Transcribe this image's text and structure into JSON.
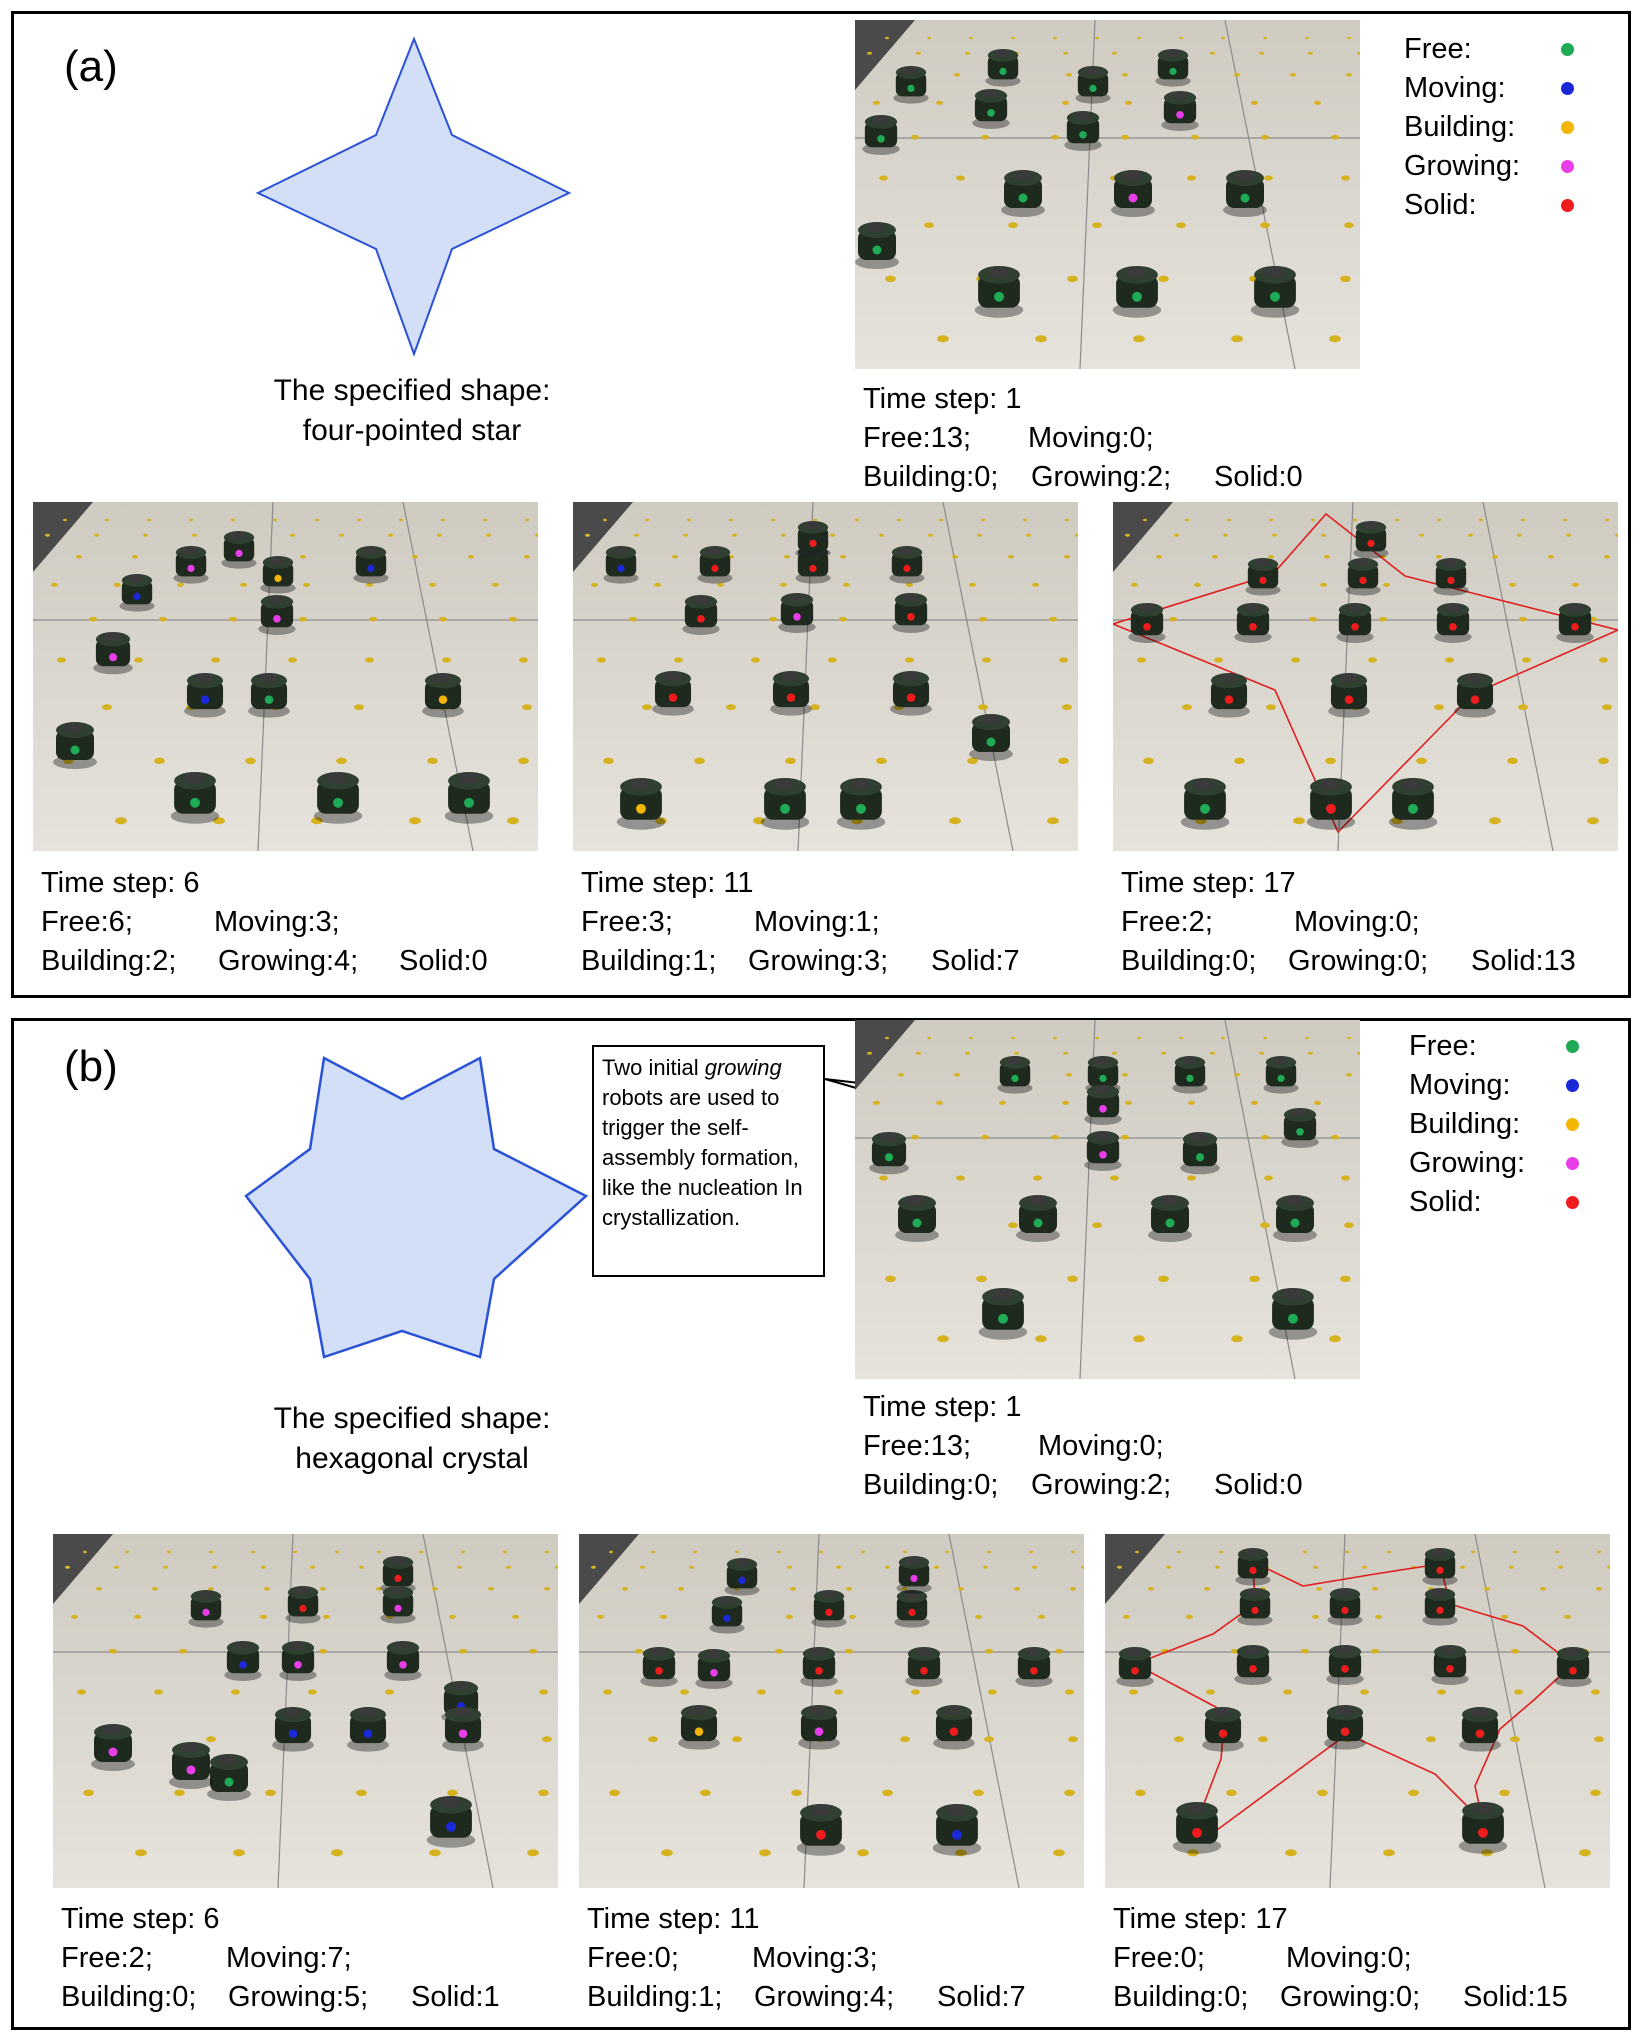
{
  "legend": [
    {
      "label": "Free:",
      "color": "#1faa55"
    },
    {
      "label": "Moving:",
      "color": "#1a28d8"
    },
    {
      "label": "Building:",
      "color": "#f2b705"
    },
    {
      "label": "Growing:",
      "color": "#e83ee8"
    },
    {
      "label": "Solid:",
      "color": "#ee1c1c"
    }
  ],
  "panel_a": {
    "label": "(a)",
    "caption_line1": "The specified shape:",
    "caption_line2": "four-pointed star",
    "steps": [
      {
        "time": "Time step: 1",
        "free": "Free:13;",
        "moving": "Moving:0;",
        "building": "Building:0;",
        "growing": "Growing:2;",
        "solid": "Solid:0"
      },
      {
        "time": "Time step: 6",
        "free": "Free:6;",
        "moving": "Moving:3;",
        "building": "Building:2;",
        "growing": "Growing:4;",
        "solid": "Solid:0"
      },
      {
        "time": "Time step: 11",
        "free": "Free:3;",
        "moving": "Moving:1;",
        "building": "Building:1;",
        "growing": "Growing:3;",
        "solid": "Solid:7"
      },
      {
        "time": "Time step: 17",
        "free": "Free:2;",
        "moving": "Moving:0;",
        "building": "Building:0;",
        "growing": "Growing:0;",
        "solid": "Solid:13"
      }
    ]
  },
  "panel_b": {
    "label": "(b)",
    "caption_line1": "The specified shape:",
    "caption_line2": "hexagonal crystal",
    "callout_before": "Two initial ",
    "callout_italic": "growing",
    "callout_after": " robots are used to trigger the self-assembly formation, like the nucleation In crystallization.",
    "steps": [
      {
        "time": "Time step: 1",
        "free": "Free:13;",
        "moving": "Moving:0;",
        "building": "Building:0;",
        "growing": "Growing:2;",
        "solid": "Solid:0"
      },
      {
        "time": "Time step: 6",
        "free": "Free:2;",
        "moving": "Moving:7;",
        "building": "Building:0;",
        "growing": "Growing:5;",
        "solid": "Solid:1"
      },
      {
        "time": "Time step: 11",
        "free": "Free:0;",
        "moving": "Moving:3;",
        "building": "Building:1;",
        "growing": "Growing:4;",
        "solid": "Solid:7"
      },
      {
        "time": "Time step: 17",
        "free": "Free:0;",
        "moving": "Moving:0;",
        "building": "Building:0;",
        "growing": "Growing:0;",
        "solid": "Solid:15"
      }
    ]
  },
  "photo_robots": {
    "a1": [
      "F",
      "F",
      "F",
      "F",
      "F",
      "F",
      "G",
      "F",
      "F",
      "G",
      "F",
      "F",
      "F",
      "F",
      "F"
    ],
    "a2": [
      "M",
      "G",
      "G",
      "B",
      "M",
      "G",
      "G",
      "M",
      "F",
      "B",
      "F",
      "F",
      "F",
      "F",
      "F"
    ],
    "a3": [
      "M",
      "S",
      "S",
      "S",
      "S",
      "S",
      "G",
      "S",
      "S",
      "S",
      "S",
      "F",
      "B",
      "F",
      "F"
    ],
    "a4": [
      "S",
      "S",
      "S",
      "S",
      "S",
      "S",
      "S",
      "S",
      "S",
      "S",
      "S",
      "S",
      "S",
      "F",
      "F"
    ],
    "b1": [
      "F",
      "F",
      "F",
      "F",
      "G",
      "F",
      "G",
      "F",
      "F",
      "F",
      "F",
      "F",
      "F",
      "F",
      "F"
    ],
    "b2": [
      "S",
      "G",
      "S",
      "G",
      "M",
      "G",
      "G",
      "M",
      "M",
      "M",
      "G",
      "G",
      "F",
      "M",
      "G"
    ],
    "b3": [
      "M",
      "S",
      "S",
      "G",
      "M",
      "S",
      "S",
      "S",
      "S",
      "B",
      "G",
      "S",
      "S",
      "M",
      "G"
    ],
    "b4": [
      "S",
      "S",
      "S",
      "S",
      "S",
      "S",
      "S",
      "S",
      "S",
      "S",
      "S",
      "S",
      "S",
      "S",
      "S"
    ]
  }
}
